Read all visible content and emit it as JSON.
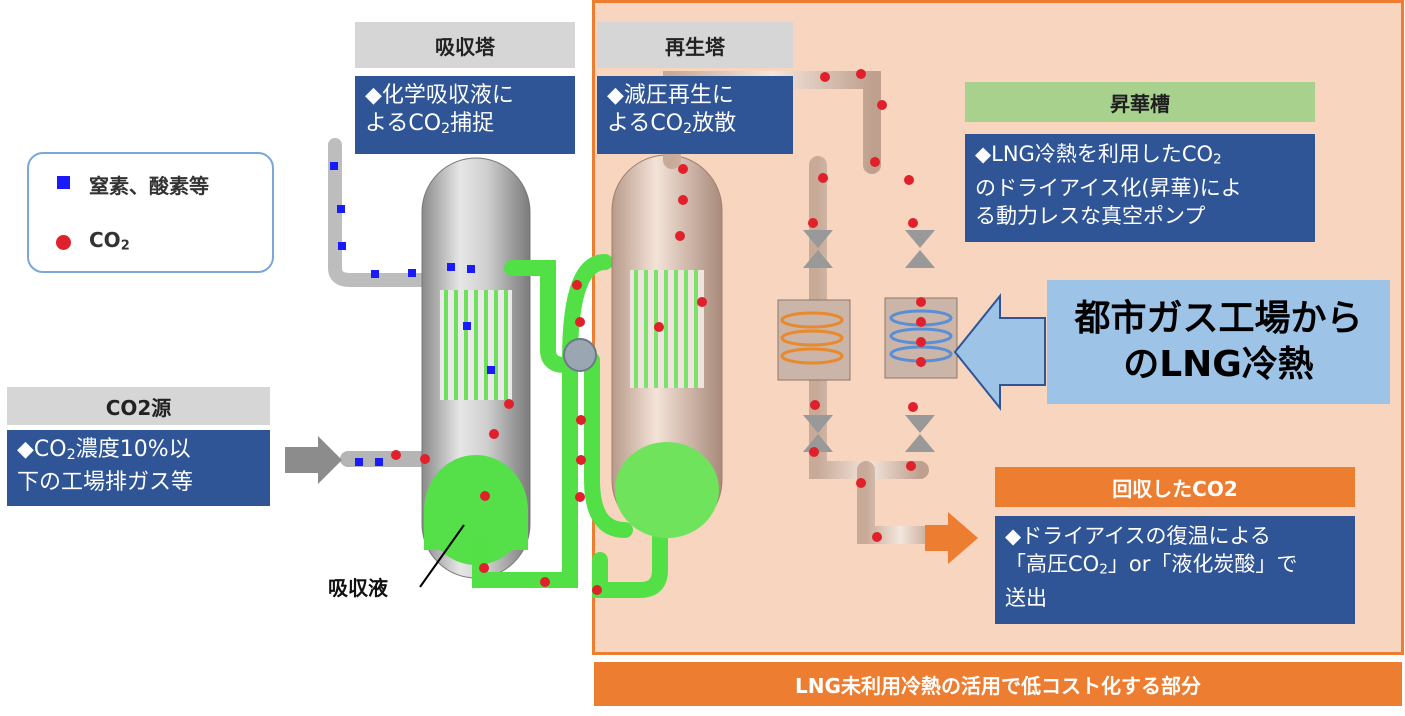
{
  "absorber": {
    "title": "吸収塔",
    "desc_1": "◆化学吸収液に",
    "desc_2a": "よるCO",
    "desc_2sub": "2",
    "desc_2b": "捕捉",
    "liquid_label": "吸収液"
  },
  "regenerator": {
    "title": "再生塔",
    "desc_1": "◆減圧再生に",
    "desc_2a": "よるCO",
    "desc_2sub": "2",
    "desc_2b": "放散"
  },
  "sublimation": {
    "title": "昇華槽",
    "desc_1a": "◆LNG冷熱を利用したCO",
    "desc_1sub": "2",
    "desc_2": "のドライアイス化(昇華)によ",
    "desc_3": "る動力レスな真空ポンプ"
  },
  "legend": {
    "item1": "窒素、酸素等",
    "item2a": "CO",
    "item2sub": "2",
    "item1_color": "#1a1aff",
    "item2_color": "#e0202a"
  },
  "source": {
    "title": "CO2源",
    "desc_1a": "◆CO",
    "desc_1sub": "2",
    "desc_1b": "濃度10%以",
    "desc_2": "下の工場排ガス等"
  },
  "lng": {
    "line1": "都市ガス工場から",
    "line2": "のLNG冷熱"
  },
  "recovered": {
    "title": "回収したCO2",
    "desc_1": "◆ドライアイスの復温による",
    "desc_2a": "「高圧CO",
    "desc_2sub": "2",
    "desc_2b": "」or「液化炭酸」で",
    "desc_3": "送出"
  },
  "footer": {
    "banner": "LNG未利用冷熱の活用で低コスト化する部分"
  },
  "colors": {
    "blue_box": "#2f5597",
    "orange": "#ed7d31",
    "green_label": "#a9d18e",
    "lng_box": "#9dc3e6",
    "highlight_bg": "#f8cbad"
  }
}
